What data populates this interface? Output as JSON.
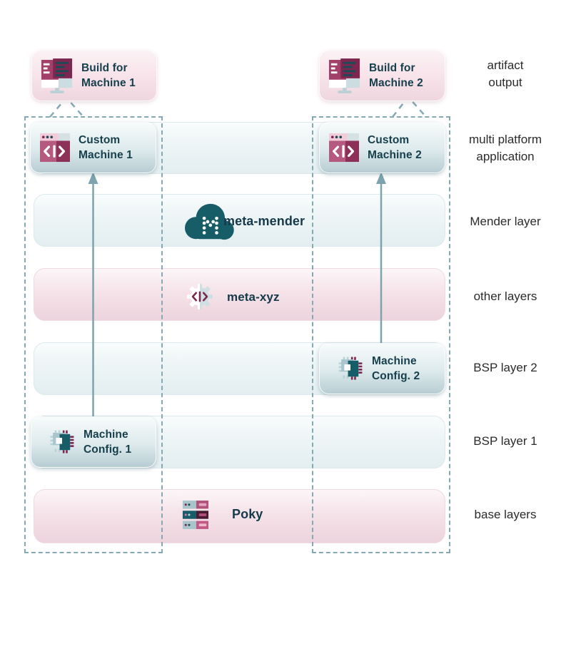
{
  "colors": {
    "teal_dark": "#175d68",
    "maroon_dark": "#7c2750",
    "maroon_light": "#b2527b",
    "dashed_outline": "#85a9b4",
    "arrow": "#7da3ae",
    "box_text": "#16404d",
    "side_label_text": "#2b2b2b",
    "band_teal_bottom": "#e3eef0",
    "band_pink_bottom": "#edd3dd"
  },
  "artifact_boxes": {
    "build1": {
      "line1": "Build for",
      "line2": "Machine 1",
      "icon": "monitor-build-icon"
    },
    "build2": {
      "line1": "Build for",
      "line2": "Machine 2",
      "icon": "monitor-build-icon"
    }
  },
  "layer_boxes": {
    "custom1": {
      "line1": "Custom",
      "line2": "Machine 1",
      "icon": "code-window-icon"
    },
    "custom2": {
      "line1": "Custom",
      "line2": "Machine 2",
      "icon": "code-window-icon"
    },
    "config2": {
      "line1": "Machine",
      "line2": "Config. 2",
      "icon": "chip-icon"
    },
    "config1": {
      "line1": "Machine",
      "line2": "Config. 1",
      "icon": "chip-icon"
    }
  },
  "layer_labels": {
    "mender": "meta-mender",
    "xyz": "meta-xyz",
    "poky": "Poky"
  },
  "layer_icons": {
    "mender": "mender-cloud-icon",
    "xyz": "gear-code-icon",
    "poky": "server-stack-icon"
  },
  "side_labels": {
    "artifact_line1": "artifact",
    "artifact_line2": "output",
    "multi_line1": "multi platform",
    "multi_line2": "application",
    "mender": "Mender layer",
    "other": "other layers",
    "bsp2": "BSP layer 2",
    "bsp1": "BSP layer 1",
    "base": "base layers"
  }
}
